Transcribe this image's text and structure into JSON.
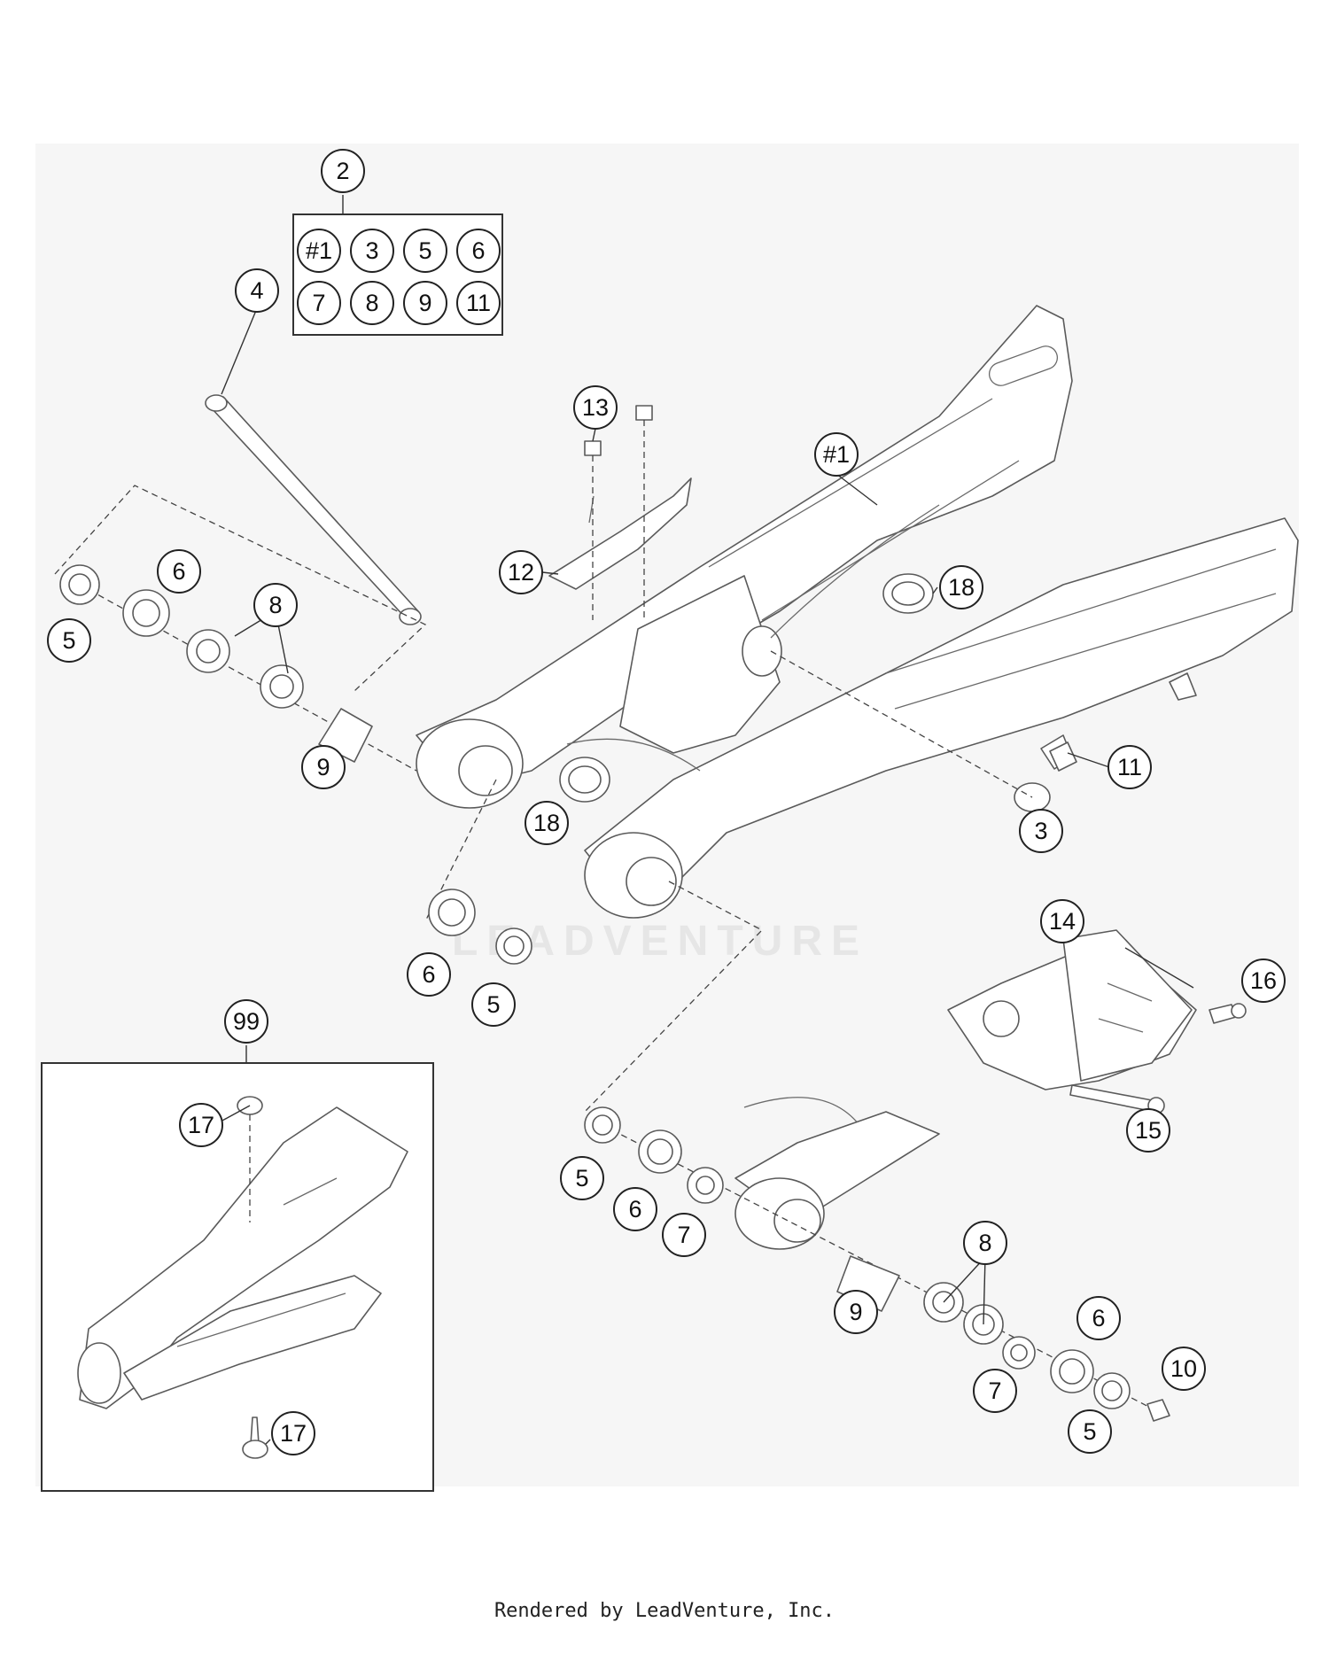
{
  "watermark": "LEADVENTURE",
  "footer": "Rendered by LeadVenture, Inc.",
  "kit_box": {
    "label": "2",
    "contents": [
      "#1",
      "3",
      "5",
      "6",
      "7",
      "8",
      "9",
      "11"
    ]
  },
  "assembly_box": {
    "label": "99"
  },
  "callouts": {
    "c1": "#1",
    "c3": "3",
    "c4": "4",
    "c5a": "5",
    "c6a": "6",
    "c8a": "8",
    "c9a": "9",
    "c12": "12",
    "c13": "13",
    "c18a": "18",
    "c18b": "18",
    "c11": "11",
    "c6b": "6",
    "c5b": "5",
    "c14": "14",
    "c16": "16",
    "c15": "15",
    "c17a": "17",
    "c17b": "17",
    "c5c": "5",
    "c6c": "6",
    "c7a": "7",
    "c8b": "8",
    "c9b": "9",
    "c6d": "6",
    "c10": "10",
    "c7b": "7",
    "c5d": "5"
  }
}
